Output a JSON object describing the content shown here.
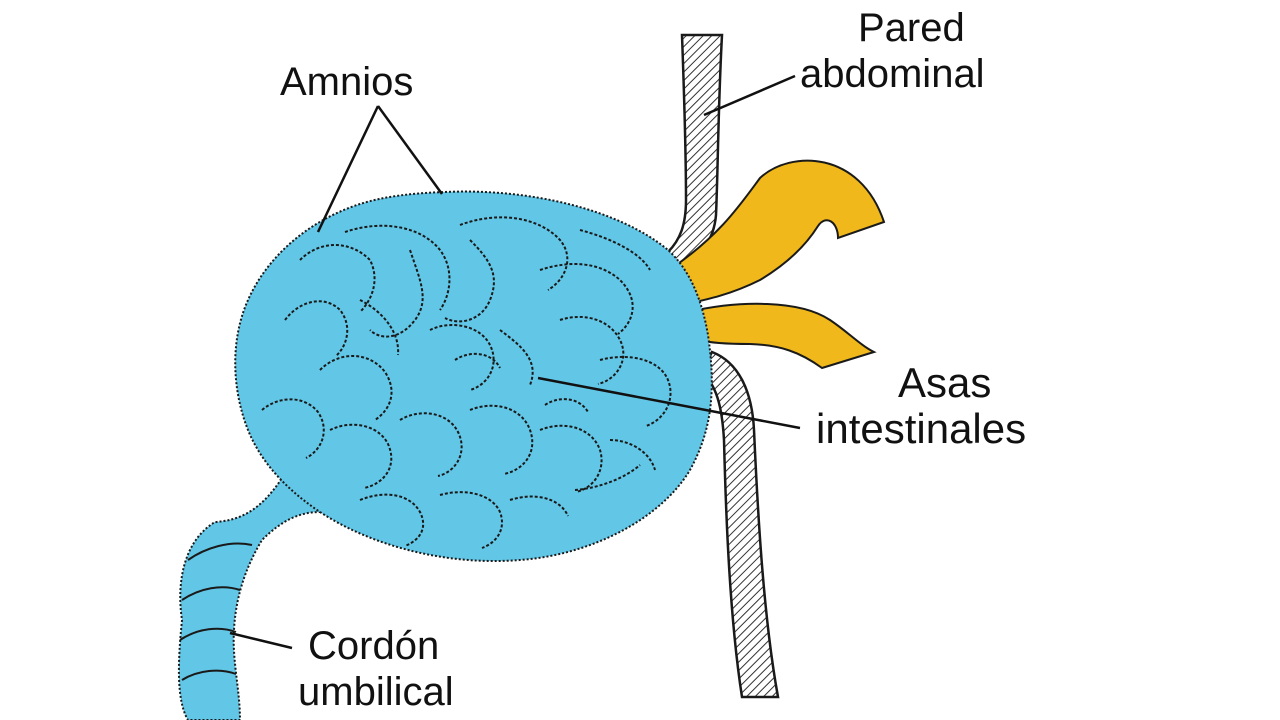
{
  "labels": {
    "amnios": "Amnios",
    "pared_abdominal": [
      "Pared",
      "abdominal"
    ],
    "asas_intestinales": [
      "Asas",
      "intestinales"
    ],
    "cordon_umbilical": [
      "Cordón",
      "umbilical"
    ]
  },
  "colors": {
    "amnion_fill": "#62c6e6",
    "intestine_fill": "#f0b81a",
    "outline": "#1a1a1a",
    "wall_fill": "#ffffff"
  },
  "icons": [
    "amnion-sac-icon",
    "umbilical-cord-icon",
    "abdominal-wall-icon",
    "intestinal-loops-icon"
  ]
}
